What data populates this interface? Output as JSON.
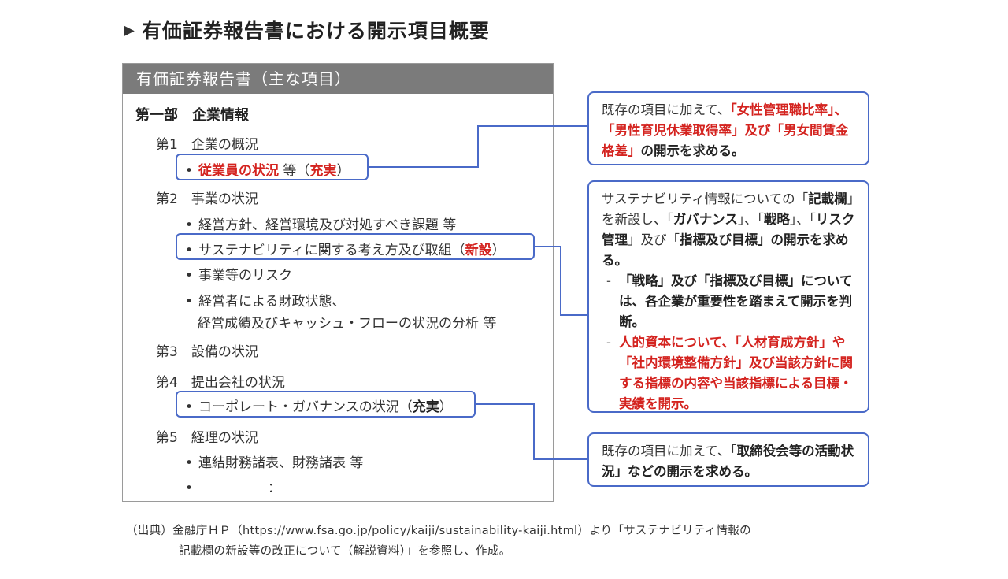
{
  "title": "有価証券報告書における開示項目概要",
  "left_panel": {
    "header": "有価証券報告書（主な項目）",
    "part": "第一部　企業情報",
    "sec1": {
      "label": "第1　企業の概況",
      "item1_red": "従業員の状況",
      "item1_rest": " 等（",
      "item1_tag": "充実",
      "item1_end": "）"
    },
    "sec2": {
      "label": "第2　事業の状況",
      "item1": "経営方針、経営環境及び対処すべき課題 等",
      "item2_text": "サステナビリティに関する考え方及び取組（",
      "item2_tag": "新設",
      "item2_end": "）",
      "item3": "事業等のリスク",
      "item4_line1": "経営者による財政状態、",
      "item4_line2": "経営成績及びキャッシュ・フローの状況の分析 等"
    },
    "sec3": {
      "label": "第3　設備の状況"
    },
    "sec4": {
      "label": "第4　提出会社の状況",
      "item1_text": "コーポレート・ガバナンスの状況（",
      "item1_tag": "充実",
      "item1_end": "）"
    },
    "sec5": {
      "label": "第5　経理の状況",
      "item1": "連結財務諸表、財務諸表 等",
      "item2": "："
    },
    "bullet": "•"
  },
  "note1": {
    "p1": "既存の項目に加えて、",
    "p2": "「女性管理職比率」、「男性育児休業取得率」及び「男女間賃金格差」",
    "p3": "の開示を求める。"
  },
  "note2": {
    "a1": "サステナビリティ情報についての「",
    "a2": "記載欄",
    "a3": "」を新設し、「",
    "a4": "ガバナンス",
    "a5": "」、「",
    "a6": "戦略",
    "a7": "」、「",
    "a8": "リスク管理",
    "a9": "」及び「",
    "a10": "指標及び目標",
    "a11": "」の開示を求める。",
    "dash": "-",
    "sub1": "「戦略」及び「指標及び目標」については、各企業が重要性を踏まえて開示を判断。",
    "sub2": "人的資本について、「人材育成方針」や「社内環境整備方針」及び当該方針に関する指標の内容や当該指標による目標・実績を開示。"
  },
  "note3": {
    "p1": "既存の項目に加えて、「",
    "p2": "取締役会等の活動状況",
    "p3": "」などの開示を求める。"
  },
  "source": {
    "line1": "（出典）金融庁ＨＰ（https://www.fsa.go.jp/policy/kaiji/sustainability-kaiji.html）より「サステナビリティ情報の",
    "line2": "記載欄の新設等の改正について（解説資料）」を参照し、作成。"
  },
  "colors": {
    "accent_border": "#4a6ac8",
    "highlight_red": "#d4231f",
    "header_gray": "#7b7b7b"
  }
}
